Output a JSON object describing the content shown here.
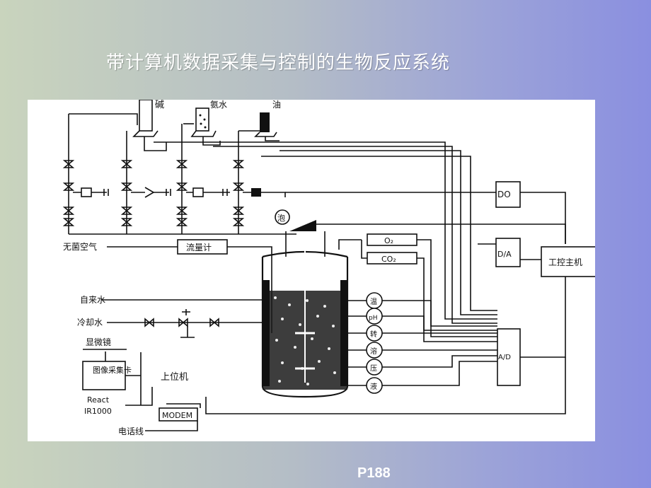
{
  "slide": {
    "title": "带计算机数据采集与控制的生物反应系统",
    "page_number": "P188"
  },
  "diagram": {
    "reservoirs": [
      "碱",
      "氨水",
      "油"
    ],
    "air_label": "无菌空气",
    "flowmeter": "流量计",
    "water_label": "自来水",
    "cooling_label": "冷却水",
    "scale_label": "显微镜",
    "image_card": "图像采集卡",
    "device_label_1": "React",
    "device_label_2": "IR1000",
    "host_computer": "上位机",
    "modem": "MODEM",
    "phone_line": "电话线",
    "gas_o2": "O₂",
    "gas_co2": "CO₂",
    "do_box": "DO",
    "da_box": "D/A",
    "ad_box": "A/D",
    "controller": "工控主机",
    "sensors": [
      "温",
      "pH",
      "转",
      "溶",
      "压",
      "液"
    ],
    "top_sensor": "泡"
  }
}
